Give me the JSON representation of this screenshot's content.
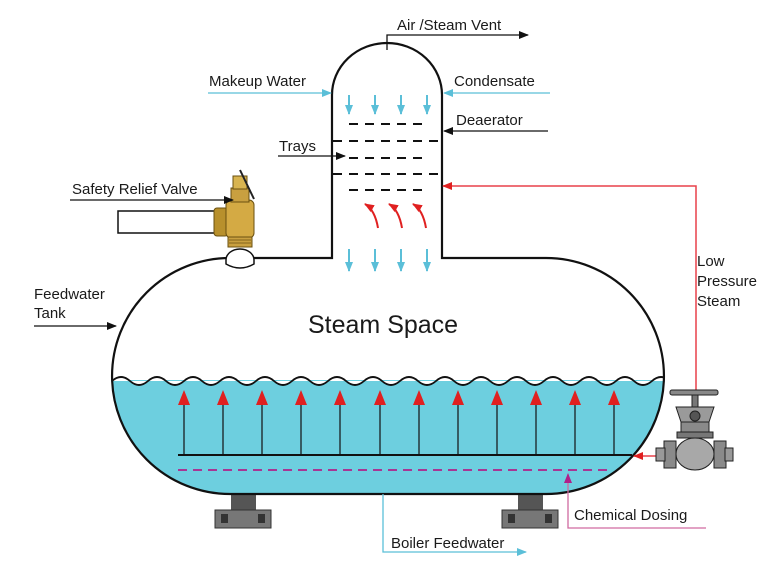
{
  "labels": {
    "air_steam_vent": "Air /Steam Vent",
    "makeup_water": "Makeup Water",
    "condensate": "Condensate",
    "deaerator": "Deaerator",
    "trays": "Trays",
    "safety_relief_valve": "Safety Relief  Valve",
    "feedwater_tank_line1": "Feedwater",
    "feedwater_tank_line2": "Tank",
    "steam_space": "Steam Space",
    "low_pressure_line1": "Low",
    "low_pressure_line2": "Pressure",
    "low_pressure_line3": "Steam",
    "chemical_dosing": "Chemical Dosing",
    "boiler_feedwater": "Boiler Feedwater"
  },
  "colors": {
    "water": "#6dcfdf",
    "water_arrow": "#5bbfd8",
    "steam_arrow": "#e02020",
    "steam_line": "#e8404a",
    "dosing_line": "#b0208a",
    "dosing_feed": "#d06aa0",
    "outline": "#111111",
    "brass": "#c9a040",
    "support": "#444444"
  },
  "icons": {
    "relief_valve": "safety-relief-valve-icon",
    "steam_valve": "globe-valve-icon"
  }
}
